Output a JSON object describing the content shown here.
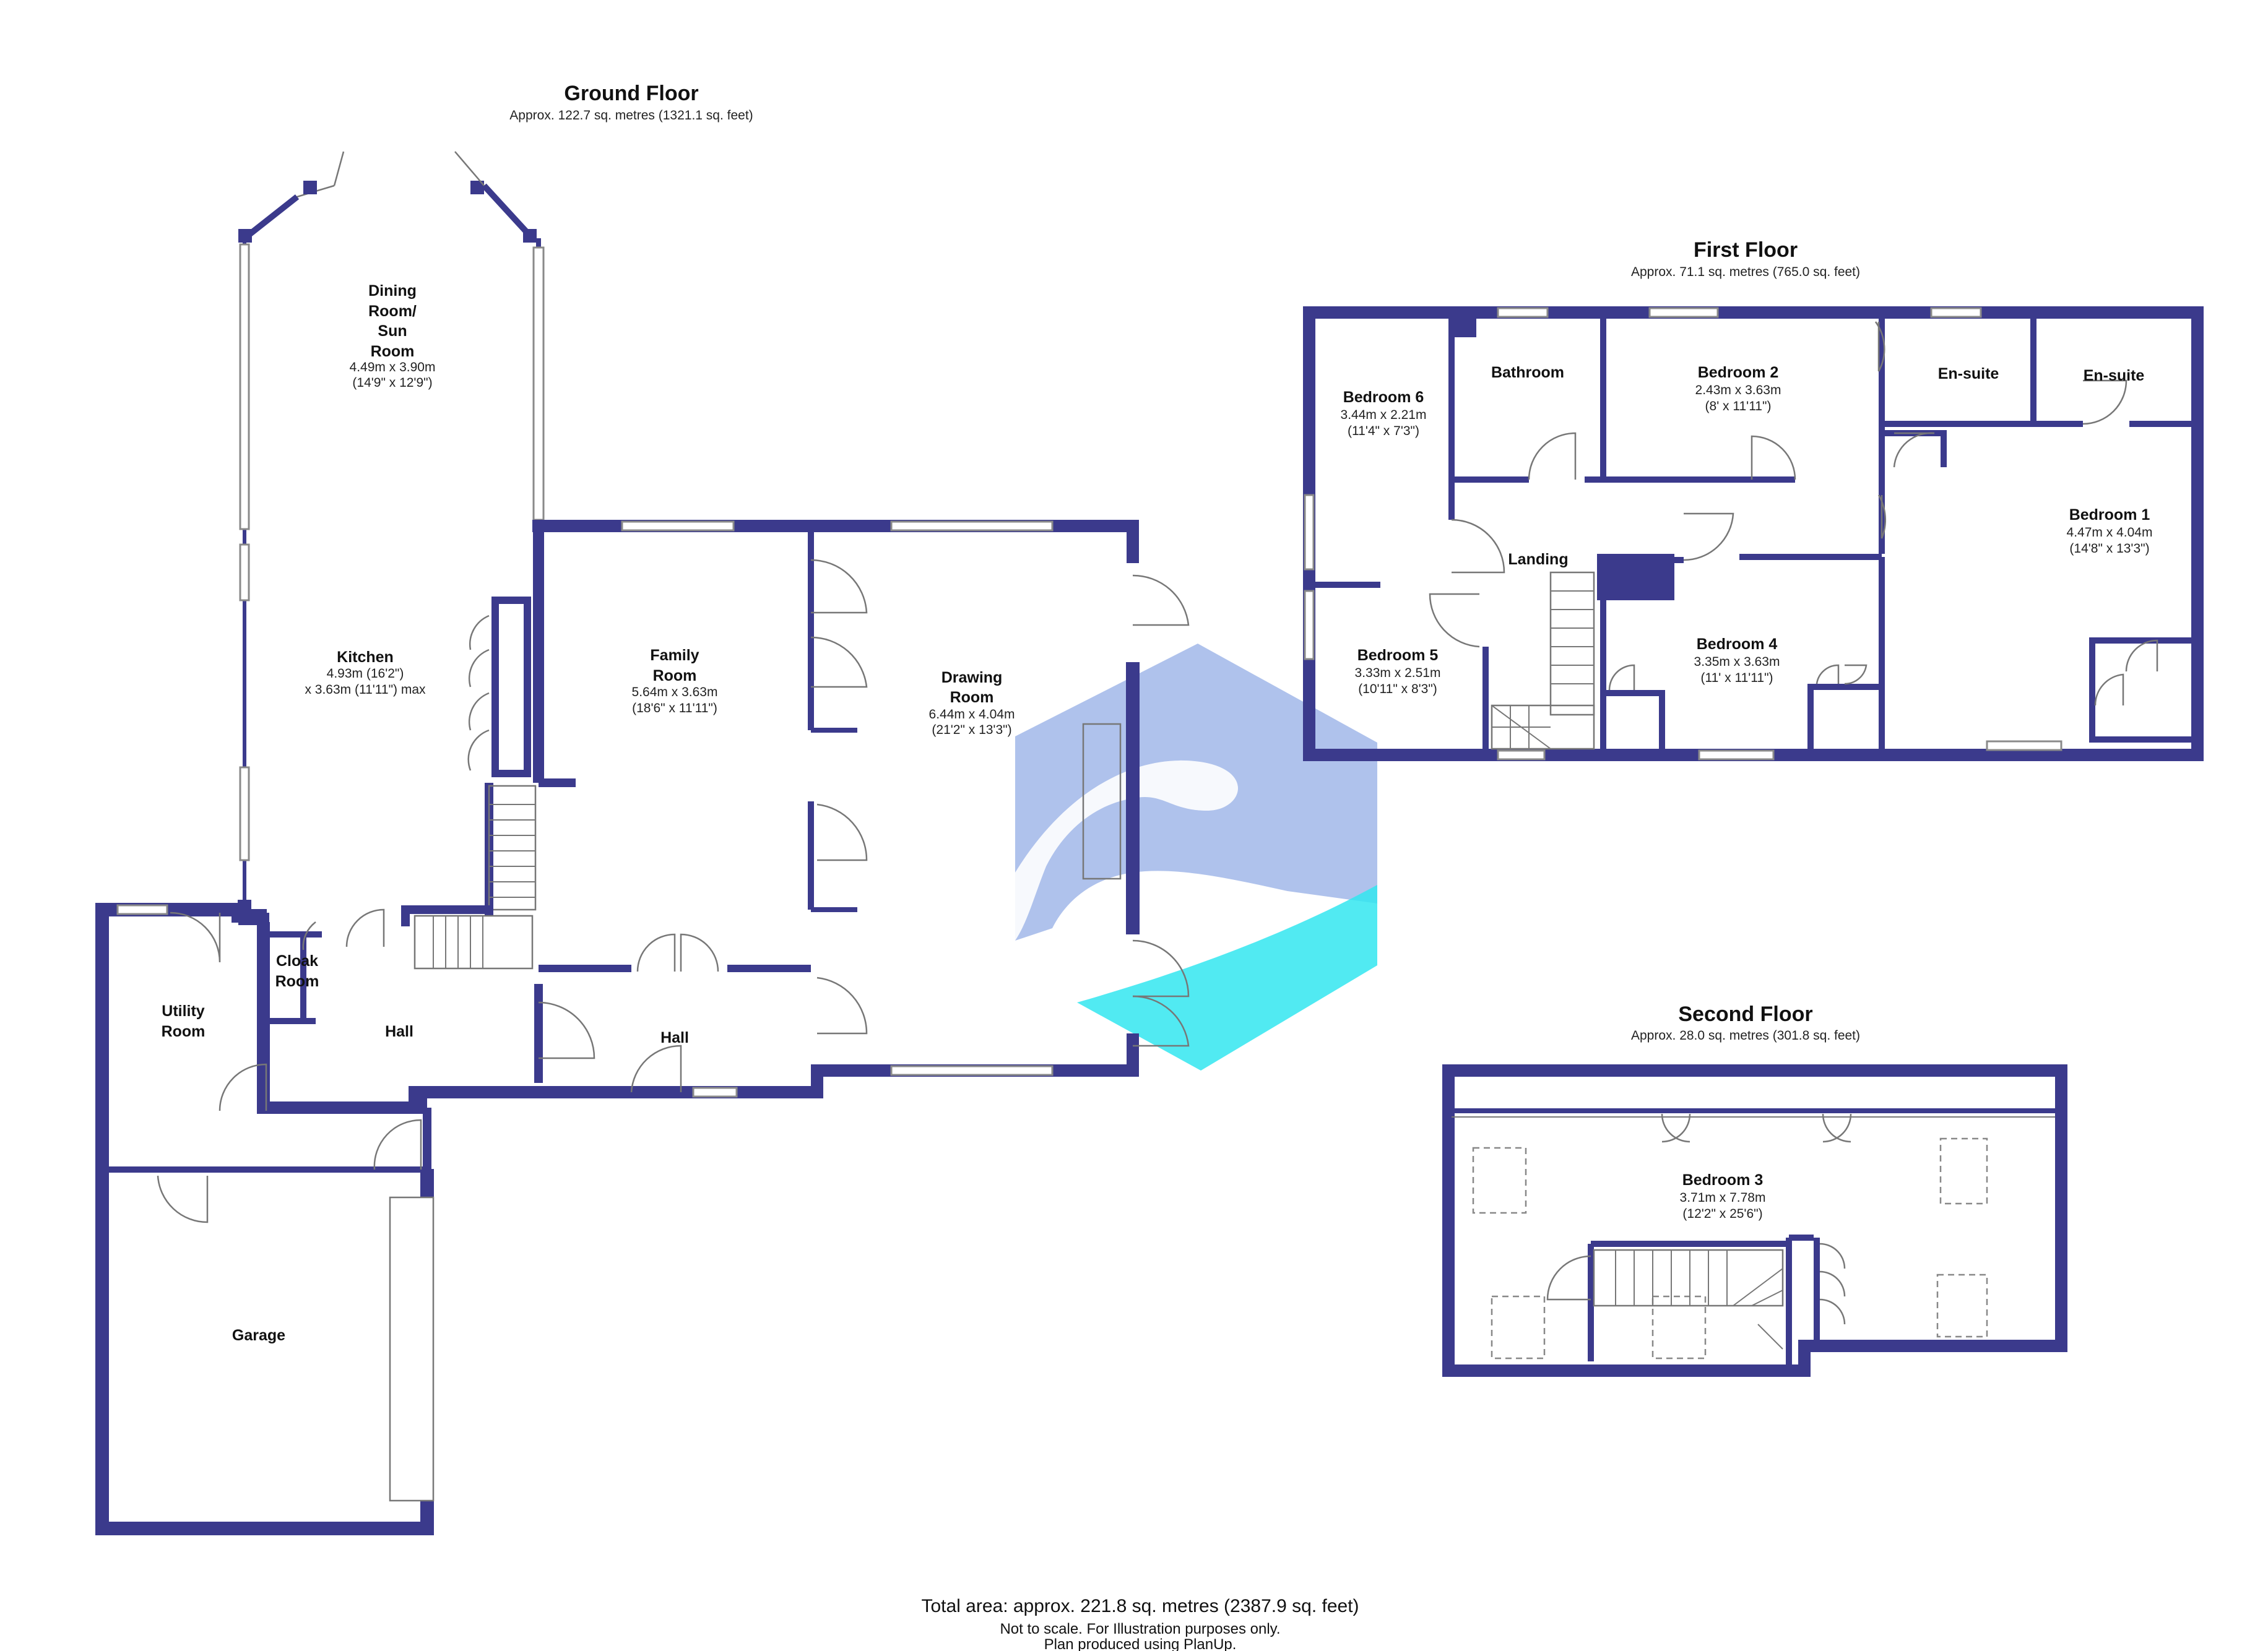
{
  "floors": {
    "ground": {
      "title": "Ground Floor",
      "area": "Approx. 122.7 sq. metres (1321.1 sq. feet)",
      "rooms": {
        "dining": {
          "name1": "Dining",
          "name2": "Room/",
          "name3": "Sun",
          "name4": "Room",
          "dim1": "4.49m x 3.90m",
          "dim2": "(14'9\" x 12'9\")"
        },
        "kitchen": {
          "name": "Kitchen",
          "dim1": "4.93m (16'2\")",
          "dim2": "x 3.63m (11'11\") max"
        },
        "family": {
          "name1": "Family",
          "name2": "Room",
          "dim1": "5.64m x 3.63m",
          "dim2": "(18'6\" x 11'11\")"
        },
        "drawing": {
          "name1": "Drawing",
          "name2": "Room",
          "dim1": "6.44m x 4.04m",
          "dim2": "(21'2\" x 13'3\")"
        },
        "cloak": {
          "name1": "Cloak",
          "name2": "Room"
        },
        "utility": {
          "name1": "Utility",
          "name2": "Room"
        },
        "hall_left": {
          "name": "Hall"
        },
        "hall_right": {
          "name": "Hall"
        },
        "garage": {
          "name": "Garage"
        }
      }
    },
    "first": {
      "title": "First Floor",
      "area": "Approx. 71.1 sq. metres (765.0 sq. feet)",
      "rooms": {
        "bed6": {
          "name": "Bedroom 6",
          "dim1": "3.44m x 2.21m",
          "dim2": "(11'4\" x 7'3\")"
        },
        "bathroom": {
          "name": "Bathroom"
        },
        "bed2": {
          "name": "Bedroom 2",
          "dim1": "2.43m x 3.63m",
          "dim2": "(8' x 11'11\")"
        },
        "ensuite1": {
          "name": "En-suite"
        },
        "ensuite2": {
          "name": "En-suite"
        },
        "bed1": {
          "name": "Bedroom 1",
          "dim1": "4.47m x 4.04m",
          "dim2": "(14'8\" x 13'3\")"
        },
        "landing": {
          "name": "Landing"
        },
        "bed5": {
          "name": "Bedroom 5",
          "dim1": "3.33m x 2.51m",
          "dim2": "(10'11\" x 8'3\")"
        },
        "bed4": {
          "name": "Bedroom 4",
          "dim1": "3.35m x 3.63m",
          "dim2": "(11' x 11'11\")"
        }
      }
    },
    "second": {
      "title": "Second Floor",
      "area": "Approx. 28.0 sq. metres (301.8 sq. feet)",
      "rooms": {
        "bed3": {
          "name": "Bedroom 3",
          "dim1": "3.71m x 7.78m",
          "dim2": "(12'2\" x 25'6\")"
        }
      }
    }
  },
  "footer": {
    "total": "Total area: approx. 221.8 sq. metres (2387.9 sq. feet)",
    "note1": "Not to scale. For Illustration purposes only.",
    "note2": "Plan produced using PlanUp."
  },
  "colors": {
    "wall": "#3b3a8c",
    "watermark_blue": "#6d8fdc",
    "watermark_cyan": "#33e6f0"
  }
}
